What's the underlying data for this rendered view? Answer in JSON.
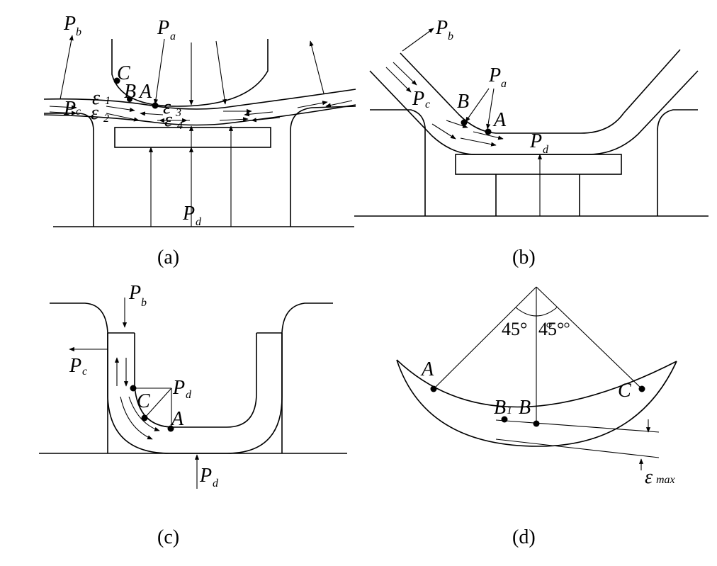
{
  "figure": {
    "a": {
      "caption": "(a)",
      "labels": {
        "pb": "P",
        "pb_sub": "b",
        "pa": "P",
        "pa_sub": "a",
        "pc": "P",
        "pc_sub": "c",
        "pd": "P",
        "pd_sub": "d",
        "c": "C",
        "b": "B",
        "a": "A",
        "e1": "ε",
        "e1_sub": "1",
        "e2": "ε",
        "e2_sub": "2",
        "e3": "ε",
        "e3_sub": "3",
        "e4": "ε",
        "e4_sub": "4"
      }
    },
    "b": {
      "caption": "(b)",
      "labels": {
        "pb": "P",
        "pb_sub": "b",
        "pa": "P",
        "pa_sub": "a",
        "pc": "P",
        "pc_sub": "c",
        "pd": "P",
        "pd_sub": "d",
        "b": "B",
        "a": "A"
      }
    },
    "c": {
      "caption": "(c)",
      "labels": {
        "pb": "P",
        "pb_sub": "b",
        "pc": "P",
        "pc_sub": "c",
        "pd1": "P",
        "pd1_sub": "d",
        "pd2": "P",
        "pd2_sub": "d",
        "c": "C",
        "a": "A"
      }
    },
    "d": {
      "caption": "(d)",
      "labels": {
        "angle1": "45°",
        "angle2": "45°",
        "a": "A",
        "b1": "B",
        "b1_sub": "1",
        "b": "B",
        "c": "C",
        "emax": "ε",
        "emax_sub": "max"
      }
    }
  }
}
